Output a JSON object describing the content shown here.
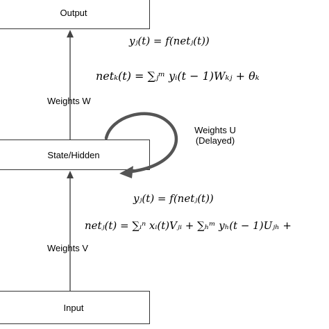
{
  "boxes": {
    "output": "Output",
    "hidden": "State/Hidden",
    "input": "Input"
  },
  "labels": {
    "weights_w": "Weights W",
    "weights_v": "Weights V",
    "weights_u_line1": "Weights U",
    "weights_u_line2": "(Delayed)"
  },
  "equations": {
    "output_activation": "yⱼ(t) = f(netⱼ(t))",
    "output_net": "netₖ(t) = ∑ⱼᵐ yᵢ(t − 1)Wₖⱼ + θₖ",
    "hidden_activation": "yⱼ(t) = f(netⱼ(t))",
    "hidden_net": "netⱼ(t) = ∑ᵢⁿ xᵢ(t)Vⱼᵢ + ∑ₕᵐ yₕ(t − 1)Uⱼₕ +"
  }
}
